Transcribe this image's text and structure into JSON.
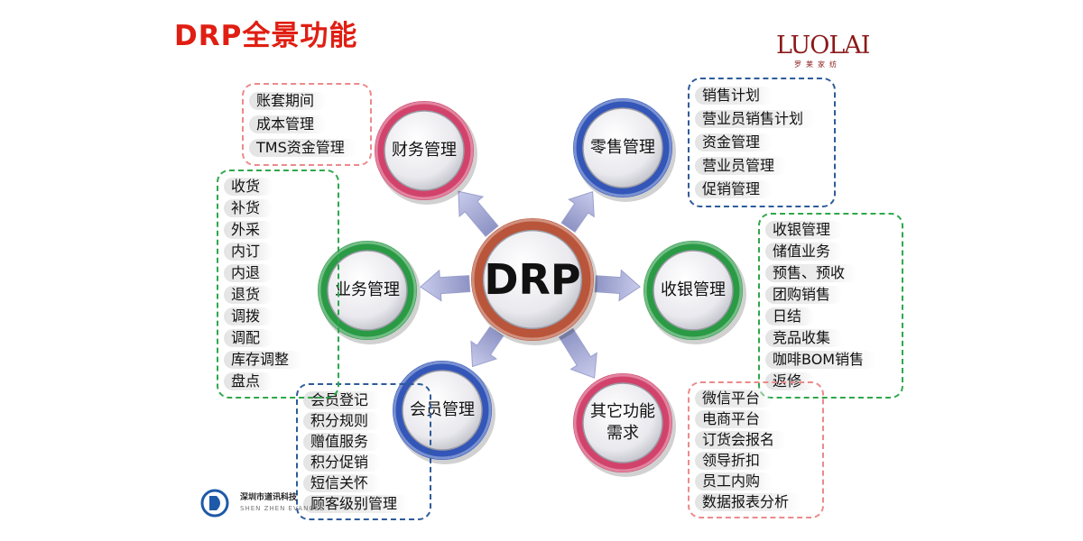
{
  "title": "DRP全景功能",
  "logo": {
    "text": "LUOLAI",
    "sub": "罗莱家纺"
  },
  "company": {
    "name": "深圳市道讯科技",
    "en": "SHEN ZHEN EVANGEL"
  },
  "center": {
    "label": "DRP"
  },
  "nodes": [
    {
      "id": "finance",
      "label": "财务管理",
      "color": "#d2436c"
    },
    {
      "id": "retail",
      "label": "零售管理",
      "color": "#3356b8"
    },
    {
      "id": "cashier",
      "label": "收银管理",
      "color": "#2a9a45"
    },
    {
      "id": "other",
      "label": "其它功能需求",
      "color": "#d2436c"
    },
    {
      "id": "member",
      "label": "会员管理",
      "color": "#3356b8"
    },
    {
      "id": "business",
      "label": "业务管理",
      "color": "#2a9a45"
    }
  ],
  "groups": {
    "finance": {
      "border": "#ec8a8a",
      "items": [
        "账套期间",
        "成本管理",
        "TMS资金管理"
      ]
    },
    "retail": {
      "border": "#2e5b9a",
      "items": [
        "销售计划",
        "营业员销售计划",
        "资金管理",
        "营业员管理",
        "促销管理"
      ]
    },
    "cashier": {
      "border": "#2ea84b",
      "items": [
        "收银管理",
        "储值业务",
        "预售、预收",
        "团购销售",
        "日结",
        "竞品收集",
        "咖啡BOM销售",
        "返修"
      ]
    },
    "other": {
      "border": "#ec8a8a",
      "items": [
        "微信平台",
        "电商平台",
        "订货会报名",
        "领导折扣",
        "员工内购",
        "数据报表分析"
      ]
    },
    "member": {
      "border": "#2e5b9a",
      "items": [
        "会员登记",
        "积分规则",
        "赠值服务",
        "积分促销",
        "短信关怀",
        "顾客级别管理"
      ]
    },
    "business": {
      "border": "#2ea84b",
      "items": [
        "收货",
        "补货",
        "外采",
        "内订",
        "内退",
        "退货",
        "调拨",
        "调配",
        "库存调整",
        "盘点"
      ]
    }
  }
}
